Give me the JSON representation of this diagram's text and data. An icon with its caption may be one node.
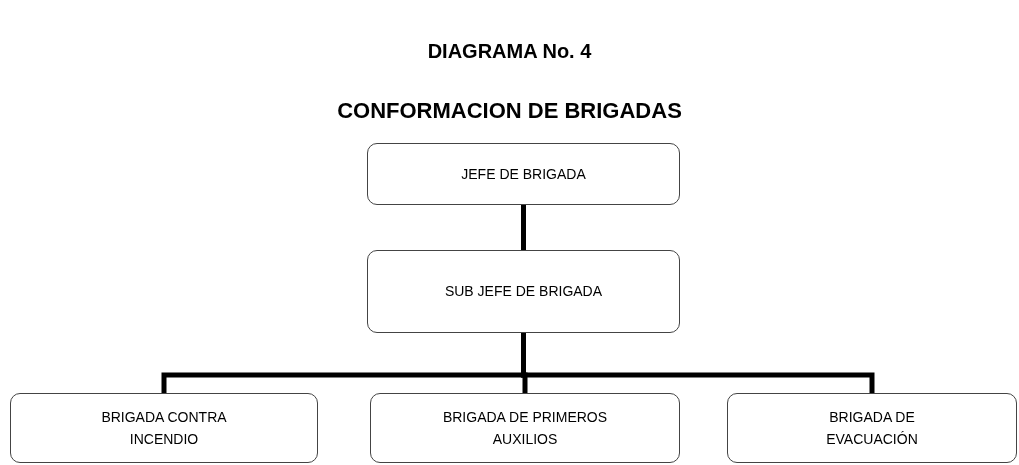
{
  "diagram": {
    "title": "DIAGRAMA No. 4",
    "caption": "CONFORMACION DE BRIGADAS",
    "nodes": [
      {
        "text": [
          "JEFE DE BRIGADA"
        ]
      },
      {
        "text": [
          "SUB JEFE DE BRIGADA"
        ]
      },
      {
        "text": [
          "BRIGADA CONTRA INCENDIO"
        ]
      },
      {
        "text": [
          "BRIGADA DE PRIMEROS AUXILIOS"
        ]
      },
      {
        "text": [
          "BRIGADA DE EVACUACIÓN"
        ]
      }
    ],
    "edges": [
      {
        "from": 0,
        "to": 1,
        "arrow": "none"
      },
      {
        "from": 1,
        "to": 2,
        "arrow": "none"
      },
      {
        "from": 1,
        "to": 3,
        "arrow": "none"
      },
      {
        "from": 1,
        "to": 4,
        "arrow": "none"
      }
    ]
  }
}
